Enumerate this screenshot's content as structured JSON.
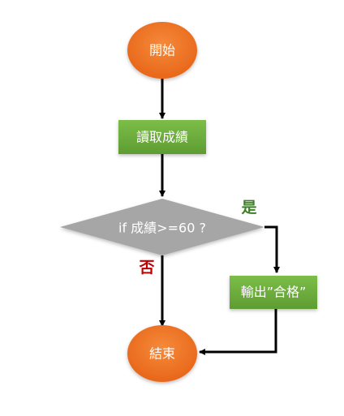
{
  "flowchart": {
    "nodes": {
      "start": {
        "label": "開始",
        "shape": "ellipse",
        "color": "#f07320"
      },
      "read": {
        "label": "讀取成績",
        "shape": "rectangle",
        "color": "#6aaa3a"
      },
      "decision": {
        "label": "if 成績>=60 ?",
        "shape": "diamond",
        "color": "#a6a6a6"
      },
      "output": {
        "label": "輸出”合格”",
        "shape": "rectangle",
        "color": "#6aaa3a"
      },
      "end": {
        "label": "結束",
        "shape": "ellipse",
        "color": "#f07320"
      }
    },
    "branches": {
      "yes": {
        "label": "是",
        "color": "#3f7f2a"
      },
      "no": {
        "label": "否",
        "color": "#c00000"
      }
    },
    "edges": [
      {
        "from": "start",
        "to": "read"
      },
      {
        "from": "read",
        "to": "decision"
      },
      {
        "from": "decision",
        "to": "output",
        "branch": "yes"
      },
      {
        "from": "decision",
        "to": "end",
        "branch": "no"
      },
      {
        "from": "output",
        "to": "end"
      }
    ],
    "arrow_color": "#000000"
  }
}
